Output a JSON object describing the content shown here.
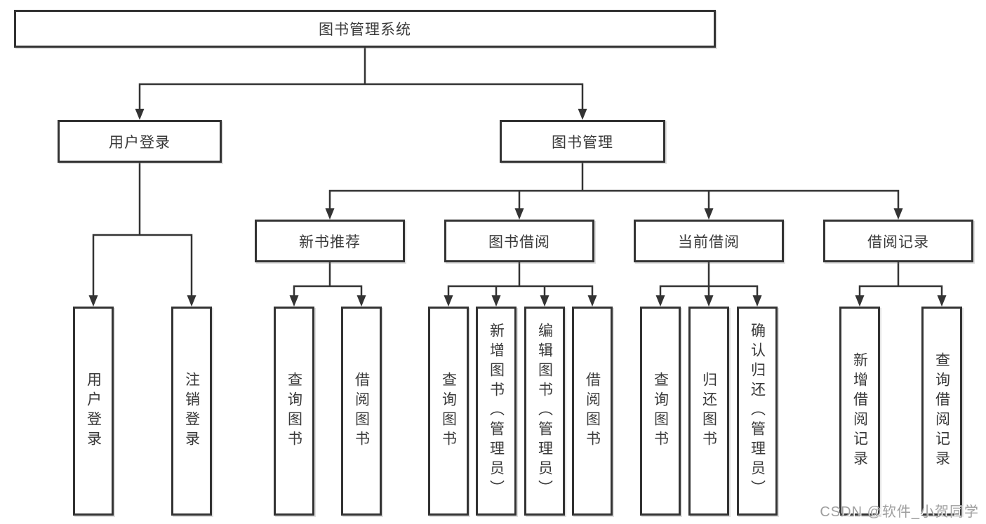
{
  "diagram": {
    "root": "图书管理系统",
    "level2": [
      "用户登录",
      "图书管理"
    ],
    "level3": [
      "新书推荐",
      "图书借阅",
      "当前借阅",
      "借阅记录"
    ],
    "leaves": {
      "user_login": [
        "用户登录",
        "注销登录"
      ],
      "new_book_recommend": [
        "查询图书",
        "借阅图书"
      ],
      "book_borrow": [
        "查询图书",
        "新增图书（管理员）",
        "编辑图书（管理员）",
        "借阅图书"
      ],
      "current_borrow": [
        "查询图书",
        "归还图书",
        "确认归还（管理员）"
      ],
      "borrow_record": [
        "新增借阅记录",
        "查询借阅记录"
      ]
    },
    "colors": {
      "line": "#333333",
      "text": "#3a3a3a",
      "box_background": "#ffffff",
      "watermark": "#9e9e9e"
    },
    "watermark": "CSDN @软件_小贺同学"
  }
}
